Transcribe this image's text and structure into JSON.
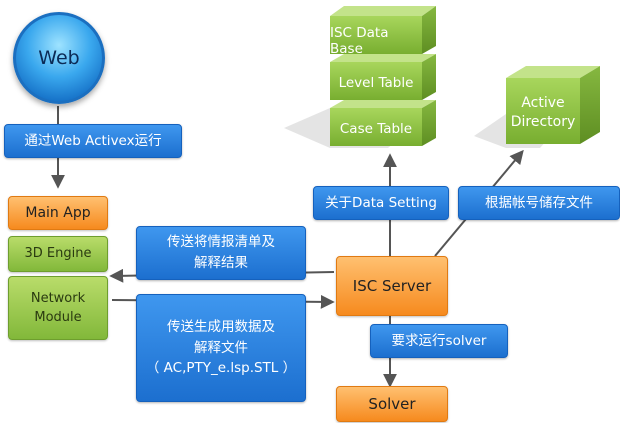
{
  "web": {
    "label": "Web"
  },
  "labels": {
    "activex": "通过Web Activex运行",
    "data_setting": "关于Data Setting",
    "store_files": "根据帐号储存文件",
    "send_info_line1": "传送将情报清单及",
    "send_info_line2": "解释结果",
    "send_gen_line1": "传送生成用数据及",
    "send_gen_line2": "解释文件",
    "send_gen_line3": "（ AC,PTY_e.lsp.STL ）",
    "run_solver": "要求运行solver"
  },
  "modules": {
    "main_app": "Main App",
    "engine_3d": "3D Engine",
    "network_line1": "Network",
    "network_line2": "Module"
  },
  "servers": {
    "isc_server": "ISC Server",
    "solver": "Solver"
  },
  "database": {
    "layers": [
      "ISC Data Base",
      "Level Table",
      "Case Table"
    ]
  },
  "directory": {
    "line1": "Active",
    "line2": "Directory"
  },
  "colors": {
    "blue": "#2a80e0",
    "orange": "#f8a040",
    "green": "#8cc040",
    "arrow": "#555555"
  }
}
